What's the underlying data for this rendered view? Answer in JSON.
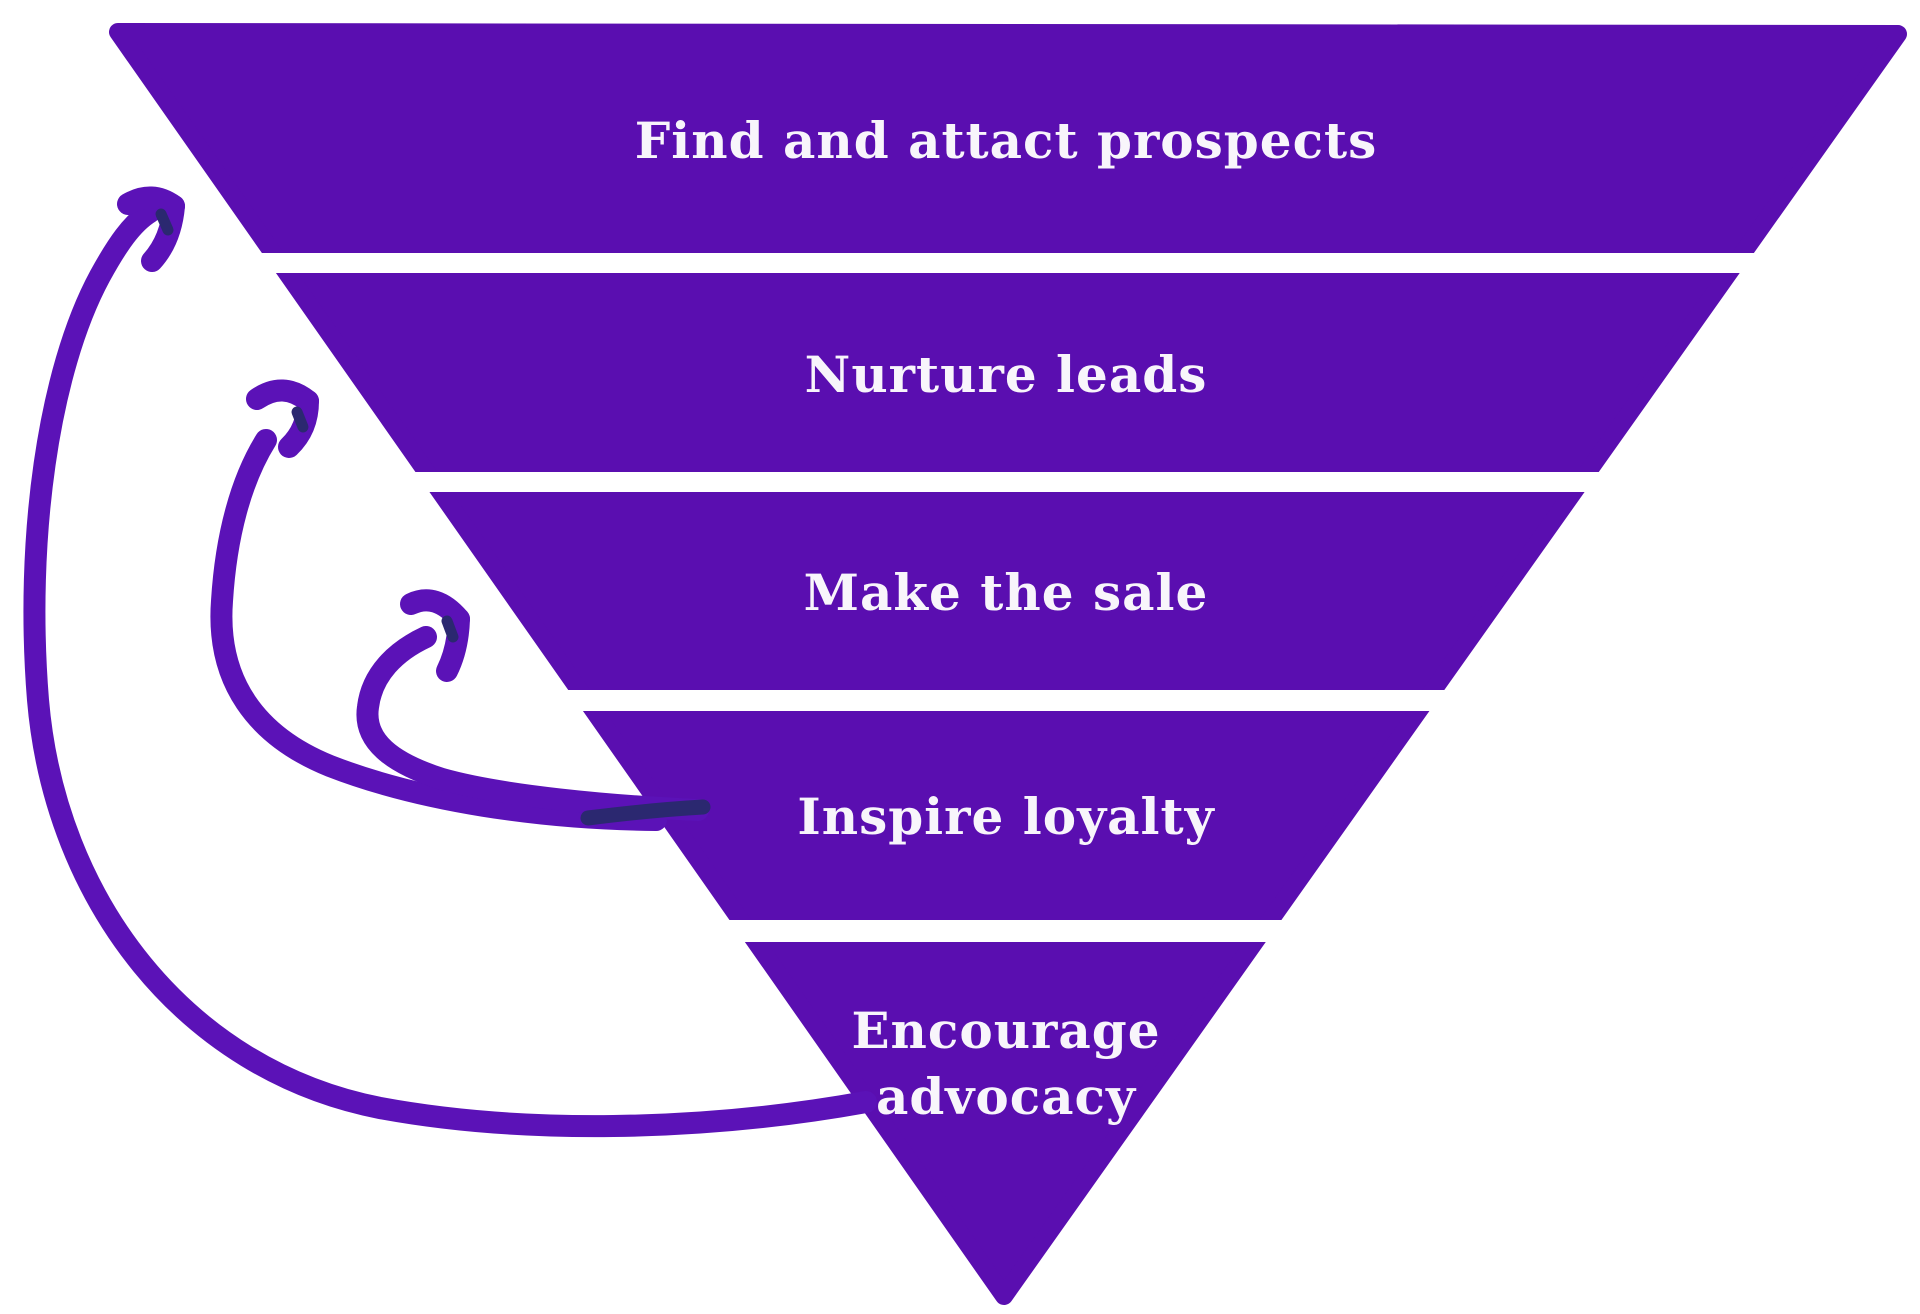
{
  "diagram": {
    "type": "inverted-funnel-marketing-loop",
    "background": "#ffffff",
    "funnel_color": "#5a0eb0",
    "arrow_color": "#5b12b7",
    "accent_dark": "#2b2870",
    "text_color": "#f8f5fb",
    "stages": [
      {
        "label": "Find and attact prospects"
      },
      {
        "label": "Nurture leads"
      },
      {
        "label": "Make the sale"
      },
      {
        "label": "Inspire loyalty"
      },
      {
        "label": "Encourage advocacy",
        "lines": [
          "Encourage",
          "advocacy"
        ]
      }
    ],
    "arrows": [
      {
        "name": "outer-loop",
        "from": "Encourage advocacy",
        "to": "Find and attact prospects"
      },
      {
        "name": "middle-loop",
        "from": "Inspire loyalty",
        "to": "Nurture leads"
      },
      {
        "name": "inner-loop",
        "from": "Inspire loyalty",
        "to": "Make the sale"
      }
    ]
  }
}
